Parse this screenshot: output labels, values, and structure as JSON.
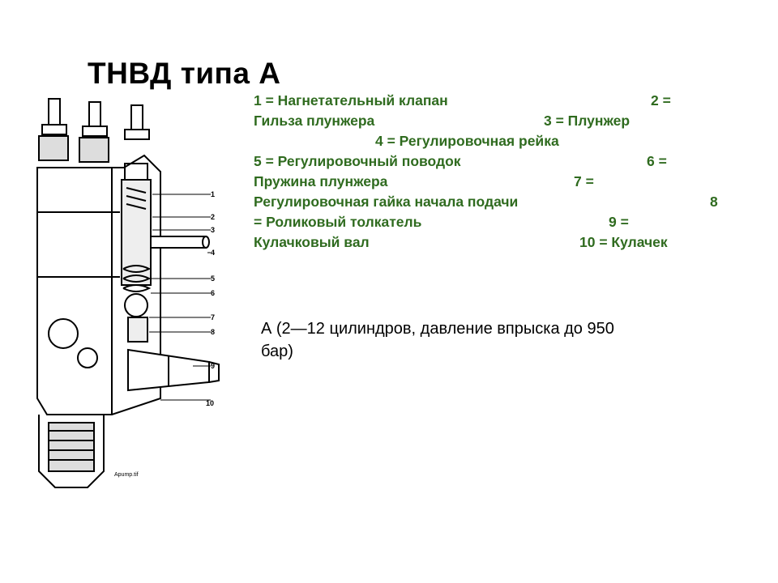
{
  "slide": {
    "title": "ТНВД типа А",
    "legend_lines": [
      [
        "1 = Нагнетательный клапан",
        "2 ="
      ],
      [
        "Гильза плунжера",
        "3 = Плунжер"
      ],
      [
        "4 = Регулировочная рейка"
      ],
      [
        "5 = Регулировочный поводок",
        "6 ="
      ],
      [
        "Пружина плунжера",
        "7 ="
      ],
      [
        "Регулировочная гайка начала подачи",
        "8"
      ],
      [
        "= Роликовый толкатель",
        "9 ="
      ],
      [
        "Кулачковый вал",
        "10 = Кулачек"
      ]
    ],
    "description": "А (2—12 цилиндров, давление впрыска до 950 бар)"
  },
  "figure": {
    "callouts": [
      "1",
      "2",
      "3",
      "4",
      "5",
      "6",
      "7",
      "8",
      "9",
      "10"
    ],
    "file_label": "Apump.tif"
  }
}
